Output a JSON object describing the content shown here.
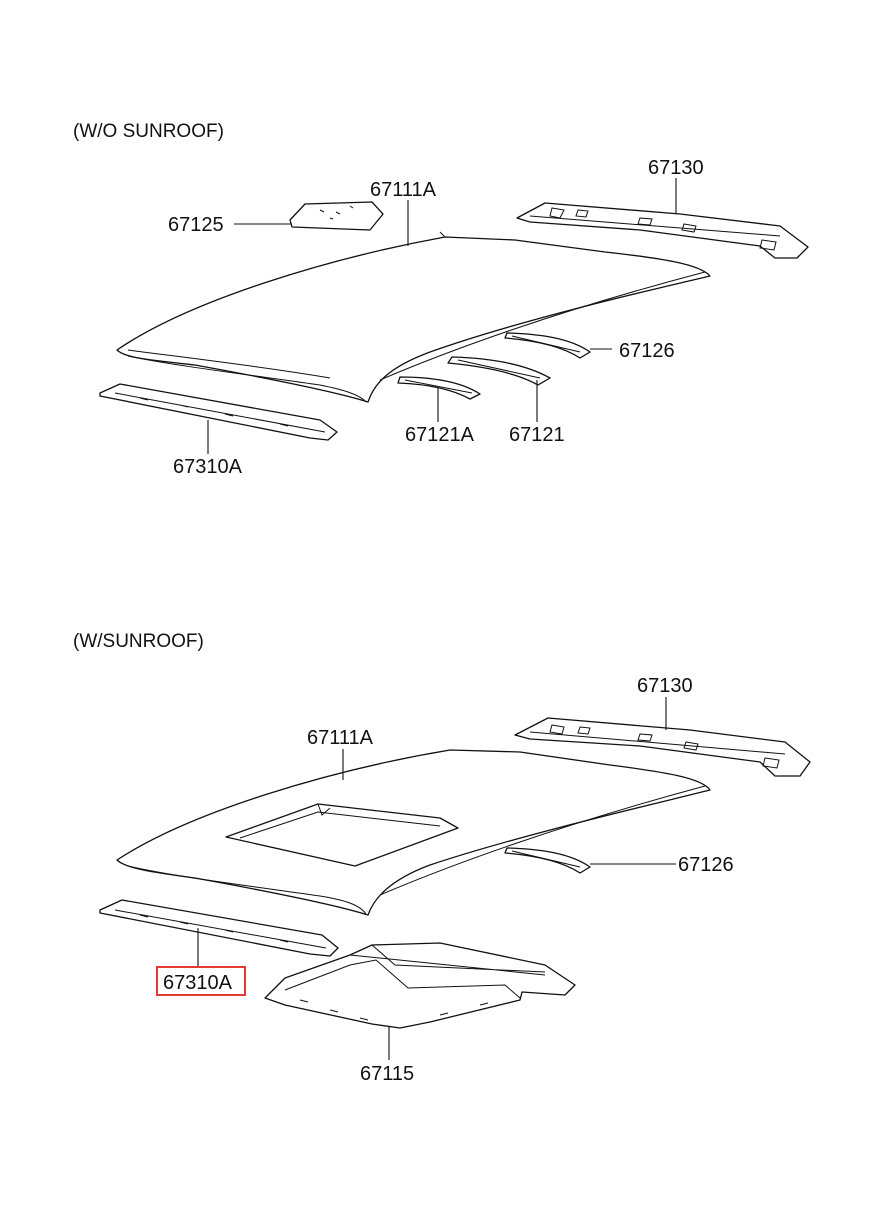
{
  "sections": [
    {
      "title": "(W/O SUNROOF)",
      "parts": [
        {
          "id": "67111A"
        },
        {
          "id": "67125"
        },
        {
          "id": "67130"
        },
        {
          "id": "67126"
        },
        {
          "id": "67121A"
        },
        {
          "id": "67121"
        },
        {
          "id": "67310A"
        }
      ]
    },
    {
      "title": "(W/SUNROOF)",
      "parts": [
        {
          "id": "67130"
        },
        {
          "id": "67111A"
        },
        {
          "id": "67126"
        },
        {
          "id": "67310A",
          "highlighted": true
        },
        {
          "id": "67115"
        }
      ]
    }
  ],
  "colors": {
    "line": "#111111",
    "highlight": "#e53935",
    "background": "#ffffff"
  }
}
